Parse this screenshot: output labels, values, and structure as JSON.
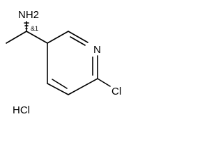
{
  "structure": {
    "amine_label": "NH2",
    "stereo_label": "&1",
    "ring_nitrogen_label": "N",
    "chlorine_label": "Cl",
    "salt_label": "HCl"
  }
}
